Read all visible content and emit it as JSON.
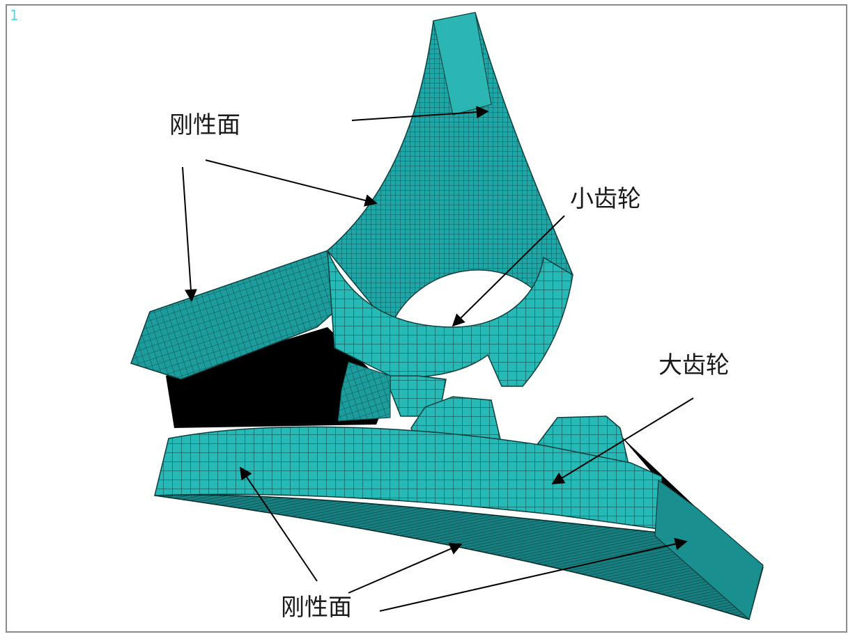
{
  "viewport_number": "1",
  "labels": {
    "rigid_surface_top": "刚性面",
    "small_gear": "小齿轮",
    "large_gear": "大齿轮",
    "rigid_surface_bottom": "刚性面"
  },
  "colors": {
    "mesh_fill": "#1fa6a6",
    "mesh_fill_light": "#2ec7c4",
    "mesh_lines": "#0b3d3d",
    "shadow": "#000000",
    "frame_border": "#8a8a8a",
    "viewport_number": "#58d6e4"
  }
}
